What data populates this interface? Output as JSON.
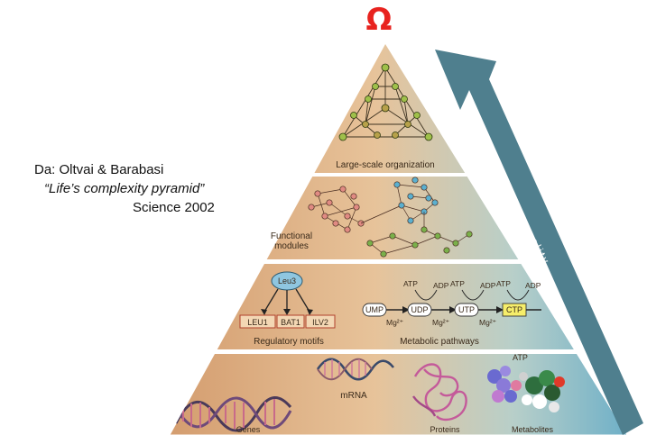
{
  "header": {
    "omega": "Ω"
  },
  "citation": {
    "line1": "Da:  Oltvai & Barabasi",
    "line2": "“Life’s complexity pyramid”",
    "line3": "Science 2002"
  },
  "arrow": {
    "label": "Universality"
  },
  "levels": {
    "top": {
      "label": "Large-scale organization"
    },
    "modules": {
      "label_line1": "Functional",
      "label_line2": "modules"
    },
    "motifs": {
      "label": "Regulatory motifs",
      "regulator": "Leu3",
      "targets": [
        "LEU1",
        "BAT1",
        "ILV2"
      ]
    },
    "pathways": {
      "label": "Metabolic pathways",
      "nodes": [
        "UMP",
        "UDP",
        "UTP",
        "CTP"
      ],
      "atp": "ATP",
      "adp": "ADP",
      "cofactor": "Mg²⁺"
    },
    "base": {
      "genes": "Genes",
      "mrna": "mRNA",
      "proteins": "Proteins",
      "metabolites": "Metabolites",
      "atp": "ATP"
    }
  },
  "colors": {
    "omega": "#e8231f",
    "arrow": "#4f7f8e",
    "pyramid_left": "#d9a277",
    "pyramid_right": "#7fb8cc"
  }
}
